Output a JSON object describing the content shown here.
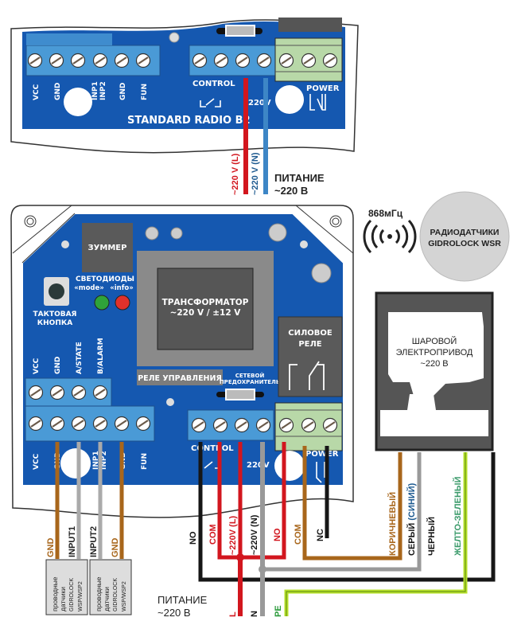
{
  "top_board": {
    "title": "STANDARD RADIO B2",
    "terminals_left": [
      "VCC",
      "GND",
      "INP1",
      "INP2",
      "GND",
      "FUN"
    ],
    "control_label": "CONTROL",
    "v220_label": "220V",
    "power_label": "POWER"
  },
  "top_wires": {
    "live_label": "~220 V (L)",
    "neutral_label": "~220 V (N)",
    "supply_line1": "ПИТАНИЕ",
    "supply_line2": "~220 В"
  },
  "radio": {
    "frequency": "868мГц",
    "sensors_line1": "РАДИОДАТЧИКИ",
    "sensors_line2": "GIDROLOCK WSR"
  },
  "main_board": {
    "buzzer": "ЗУММЕР",
    "leds_title": "СВЕТОДИОДЫ",
    "led_mode": "«mode»",
    "led_info": "«info»",
    "button_line1": "ТАКТОВАЯ",
    "button_line2": "КНОПКА",
    "transformer_line1": "ТРАНСФОРМАТОР",
    "transformer_line2": "~220 V / ±12 V",
    "control_relay": "РЕЛЕ УПРАВЛЕНИЯ",
    "fuse_line1": "СЕТЕВОЙ",
    "fuse_line2": "ПРЕДОХРАНИТЕЛЬ",
    "power_relay_line1": "СИЛОВОЕ",
    "power_relay_line2": "РЕЛЕ",
    "upper_terminals": [
      "VCC",
      "GND",
      "A/STATE",
      "B/ALARM"
    ],
    "lower_terminals": [
      "VCC",
      "GND",
      "INP1",
      "INP2",
      "GND",
      "FUN"
    ],
    "control_label": "CONTROL",
    "v220_label": "220V",
    "power_label": "POWER"
  },
  "actuator": {
    "line1": "ШАРОВОЙ",
    "line2": "ЭЛЕКТРОПРИВОД",
    "line3": "~220 В"
  },
  "wired_sensors": {
    "gnd1": "GND",
    "input1": "INPUT1",
    "input2": "INPUT2",
    "gnd2": "GND",
    "box_line1": "проводные",
    "box_line2": "датчики",
    "box_line3": "GIDROLOCK",
    "box_line4": "WSP/WSP2"
  },
  "wiring": {
    "no_black": "NO",
    "com_red": "COM",
    "live": "~220V (L)",
    "neutral": "~220V (N)",
    "no_red": "NO",
    "com_brown": "COM",
    "nc": "NC",
    "brown": "КОРИЧНЕВЫЙ",
    "grey": "СЕРЫЙ",
    "grey_blue": "(СИНИЙ)",
    "black": "ЧЕРНЫЙ",
    "yellow_green": "ЖЕЛТО-ЗЕЛЕНЫЙ",
    "supply_line1": "ПИТАНИЕ",
    "supply_line2": "~220 В",
    "l": "L",
    "n": "N",
    "pe": "PE"
  },
  "colors": {
    "pcb_blue": "#1558b0",
    "terminal_blue": "#4a9ad6",
    "terminal_green": "#b8d8a8",
    "live_red": "#d2161e",
    "neutral_blue": "#3d86c6",
    "brown": "#a8661b",
    "grey": "#9a9a9a",
    "black": "#161616",
    "yellow_green": "#b6e02a",
    "relay_grey": "#5a5a5a",
    "led_green": "#2fa33a",
    "led_red": "#e0312b"
  }
}
